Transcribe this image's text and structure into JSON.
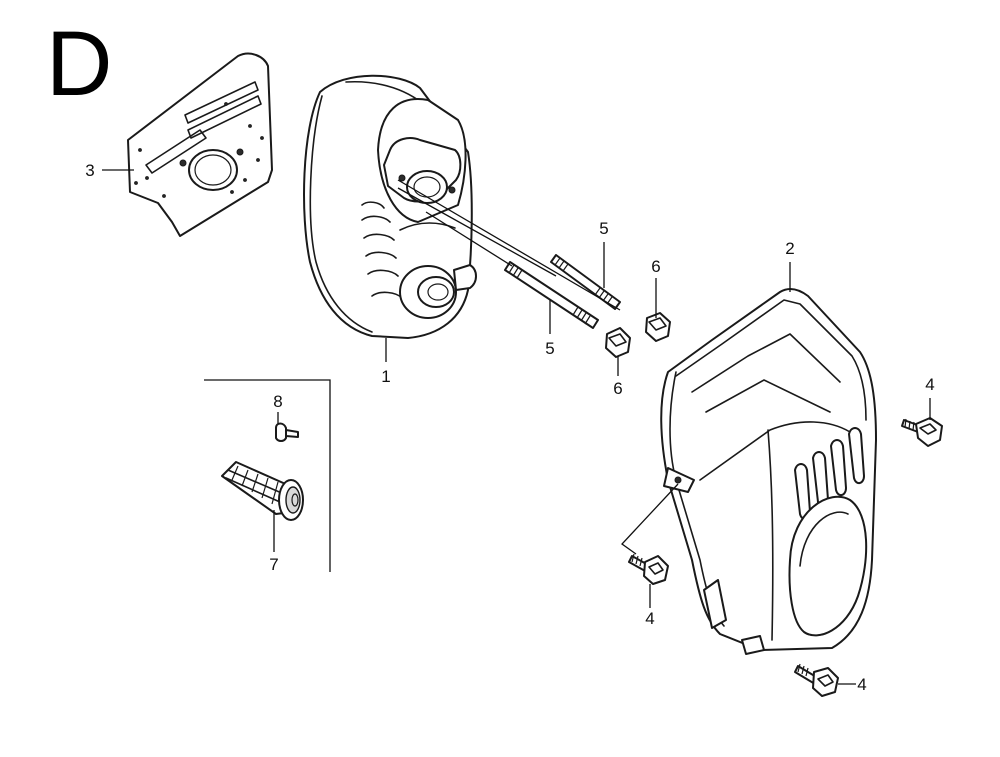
{
  "diagram": {
    "section_letter": "D",
    "callouts": {
      "muffler": "1",
      "muffler_protector": "2",
      "muffler_gasket": "3",
      "bolt_front": "4",
      "bolt_right": "4",
      "bolt_bottom": "4",
      "stud_upper": "5",
      "stud_lower": "5",
      "nut_upper": "6",
      "nut_lower": "6",
      "spark_arrester": "7",
      "screw": "8"
    }
  }
}
